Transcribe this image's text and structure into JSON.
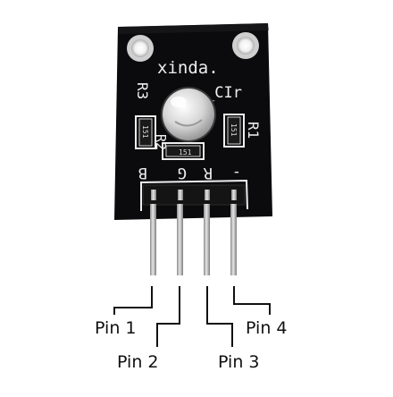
{
  "board": {
    "brand": "xinda.",
    "part_code": "_CIr",
    "resistor_labels": [
      "R3",
      "R2",
      "R1"
    ],
    "resistor_codes": [
      "151",
      "151",
      "151"
    ],
    "header_labels": [
      "B",
      "G",
      "R",
      "-"
    ]
  },
  "pins": [
    {
      "label": "Pin 1"
    },
    {
      "label": "Pin 2"
    },
    {
      "label": "Pin 3"
    },
    {
      "label": "Pin 4"
    }
  ],
  "colors": {
    "pcb": "#0b0b0d",
    "silkscreen": "#eeeeee",
    "pin_metal": "#b8b8b8",
    "header_plastic": "#141414",
    "smd_resistor": "#1a1a1a",
    "led": "#d8d8d8",
    "leader_line": "#111111"
  }
}
